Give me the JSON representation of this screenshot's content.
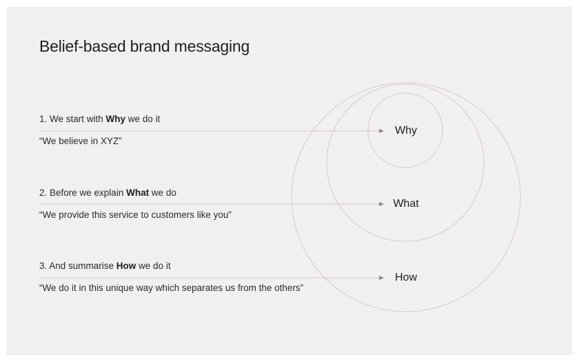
{
  "title": "Belief-based brand messaging",
  "steps": [
    {
      "prefix": "1. We start with ",
      "keyword": "Why",
      "suffix": " we do it",
      "quote": "“We believe in XYZ”"
    },
    {
      "prefix": "2. Before we explain ",
      "keyword": "What",
      "suffix": " we do",
      "quote": "“We provide this service to customers like you”"
    },
    {
      "prefix": "3. And summarise ",
      "keyword": "How",
      "suffix": " we do it",
      "quote": "“We do it in this unique way which separates us from the others”"
    }
  ],
  "circles": {
    "inner": "Why",
    "middle": "What",
    "outer": "How"
  },
  "colors": {
    "background": "#f1eff1",
    "circle_stroke": "#d6c9cf",
    "line": "#d2c7cc",
    "text": "#1e1e22"
  }
}
